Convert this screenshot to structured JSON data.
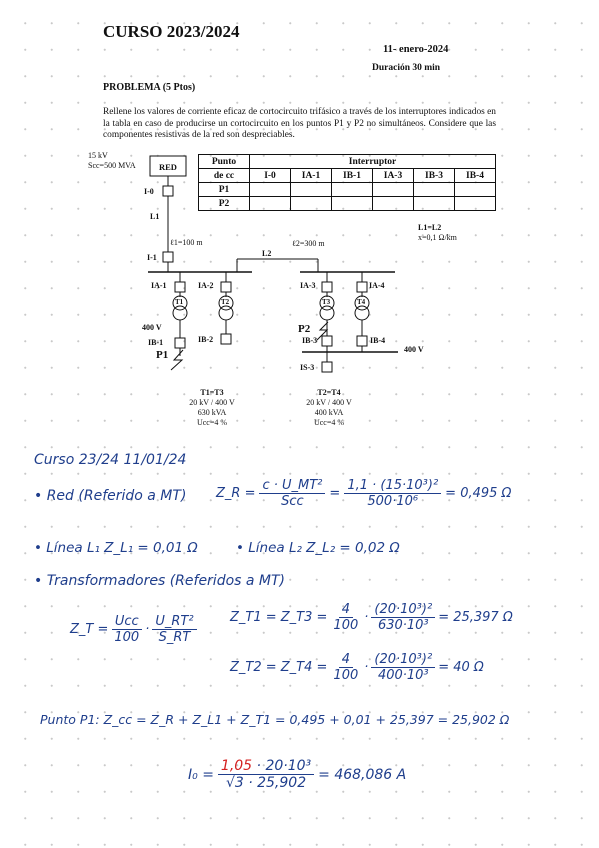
{
  "header": {
    "course": "CURSO 2023/2024",
    "date": "11- enero-2024",
    "duration": "Duración 30 min"
  },
  "problem": {
    "title": "PROBLEMA (5 Ptos)",
    "statement": "Rellene los valores de corriente eficaz de cortocircuito trifásico a través de los interruptores indicados en la tabla en caso de producirse un cortocircuito en los puntos P1 y P2 no simultáneos. Considere que las componentes resistivas de la red son despreciables."
  },
  "table": {
    "col1_head": "Punto",
    "col1_sub": "de cc",
    "group_head": "Interruptor",
    "columns": [
      "I-0",
      "IA-1",
      "IB-1",
      "IA-3",
      "IB-3",
      "IB-4"
    ],
    "rows": [
      "P1",
      "P2"
    ]
  },
  "diagram": {
    "source_kv": "15 kV",
    "source_scc": "Scc=500 MVA",
    "red": "RED",
    "i0": "I-0",
    "l1": "L1",
    "l1_len": "ℓ1=100 m",
    "i1": "I-1",
    "l2": "L2",
    "l2_len": "ℓ2=300 m",
    "line_eq": "L1=L2",
    "line_x": "x=0,1 Ω/km",
    "ia1": "IA-1",
    "ia2": "IA-2",
    "ia3": "IA-3",
    "ia4": "IA-4",
    "t1": "T1",
    "t2": "T2",
    "t3": "T3",
    "t4": "T4",
    "v400a": "400 V",
    "v400b": "400 V",
    "ib1": "IB-1",
    "ib2": "IB-2",
    "ib3": "IB-3",
    "ib4": "IB-4",
    "is3": "IS-3",
    "p1": "P1",
    "p2": "P2",
    "spec13_title": "T1=T3",
    "spec13_v": "20 kV / 400 V",
    "spec13_s": "630 kVA",
    "spec13_u": "Ucc=4 %",
    "spec24_title": "T2=T4",
    "spec24_v": "20 kV / 400 V",
    "spec24_s": "400 kVA",
    "spec24_u": "Ucc=4 %"
  },
  "notes": {
    "header": "Curso 23/24    11/01/24",
    "red_label": "• Red (Referido a MT)",
    "zr_lhs": "Z_R =",
    "zr_num": "c · U_MT²",
    "zr_den": "Scc",
    "zr_eq": "=",
    "zr_num2": "1,1 · (15·10³)²",
    "zr_den2": "500·10⁶",
    "zr_res": "= 0,495 Ω",
    "line1": "• Línea L₁   Z_L₁ = 0,01 Ω",
    "line2": "• Línea L₂   Z_L₂ = 0,02 Ω",
    "trafo_label": "• Transformadores (Referidos a MT)",
    "zt_lhs": "Z_T =",
    "zt_n1": "Ucc",
    "zt_d1": "100",
    "zt_dot": "·",
    "zt_n2": "U_RT²",
    "zt_d2": "S_RT",
    "zt1_lhs": "Z_T1 = Z_T3 =",
    "zt1_n1": "4",
    "zt1_d1": "100",
    "zt1_n2": "(20·10³)²",
    "zt1_d2": "630·10³",
    "zt1_res": "= 25,397 Ω",
    "zt2_lhs": "Z_T2 = Z_T4 =",
    "zt2_n1": "4",
    "zt2_d1": "100",
    "zt2_n2": "(20·10³)²",
    "zt2_d2": "400·10³",
    "zt2_res": "= 40 Ω",
    "p1_line": "Punto P1:  Z_cc = Z_R + Z_L1 + Z_T1 = 0,495 + 0,01 + 25,397 = 25,902 Ω",
    "io_lhs": "I₀ =",
    "io_num_red": "1,05",
    "io_num_rest": " · 20·10³",
    "io_den": "√3 · 25,902",
    "io_res": "= 468,086 A"
  }
}
